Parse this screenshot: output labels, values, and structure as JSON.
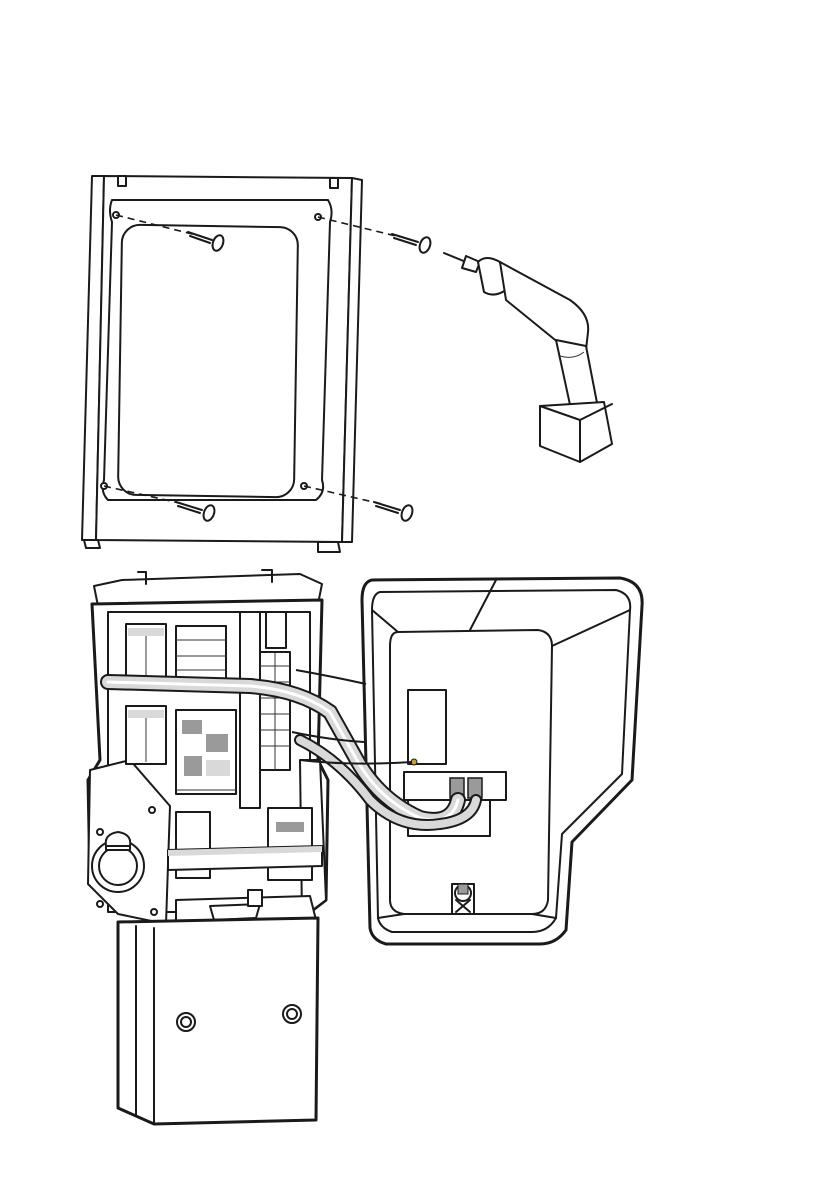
{
  "figure": {
    "panels": [
      "wall-bracket-mounting",
      "charger-wiring-and-cover"
    ],
    "icons": [
      "wall-bracket",
      "screw",
      "power-drill",
      "charger-open-housing",
      "charging-socket",
      "din-rail",
      "front-cover",
      "terminal-block",
      "cable-gland",
      "pedestal-base"
    ],
    "colors": {
      "line": "#1a1a1a",
      "shade_light": "#d9d9d9",
      "shade_mid": "#9a9a9a",
      "connector_led": "#c8a030",
      "background": "#ffffff"
    }
  }
}
